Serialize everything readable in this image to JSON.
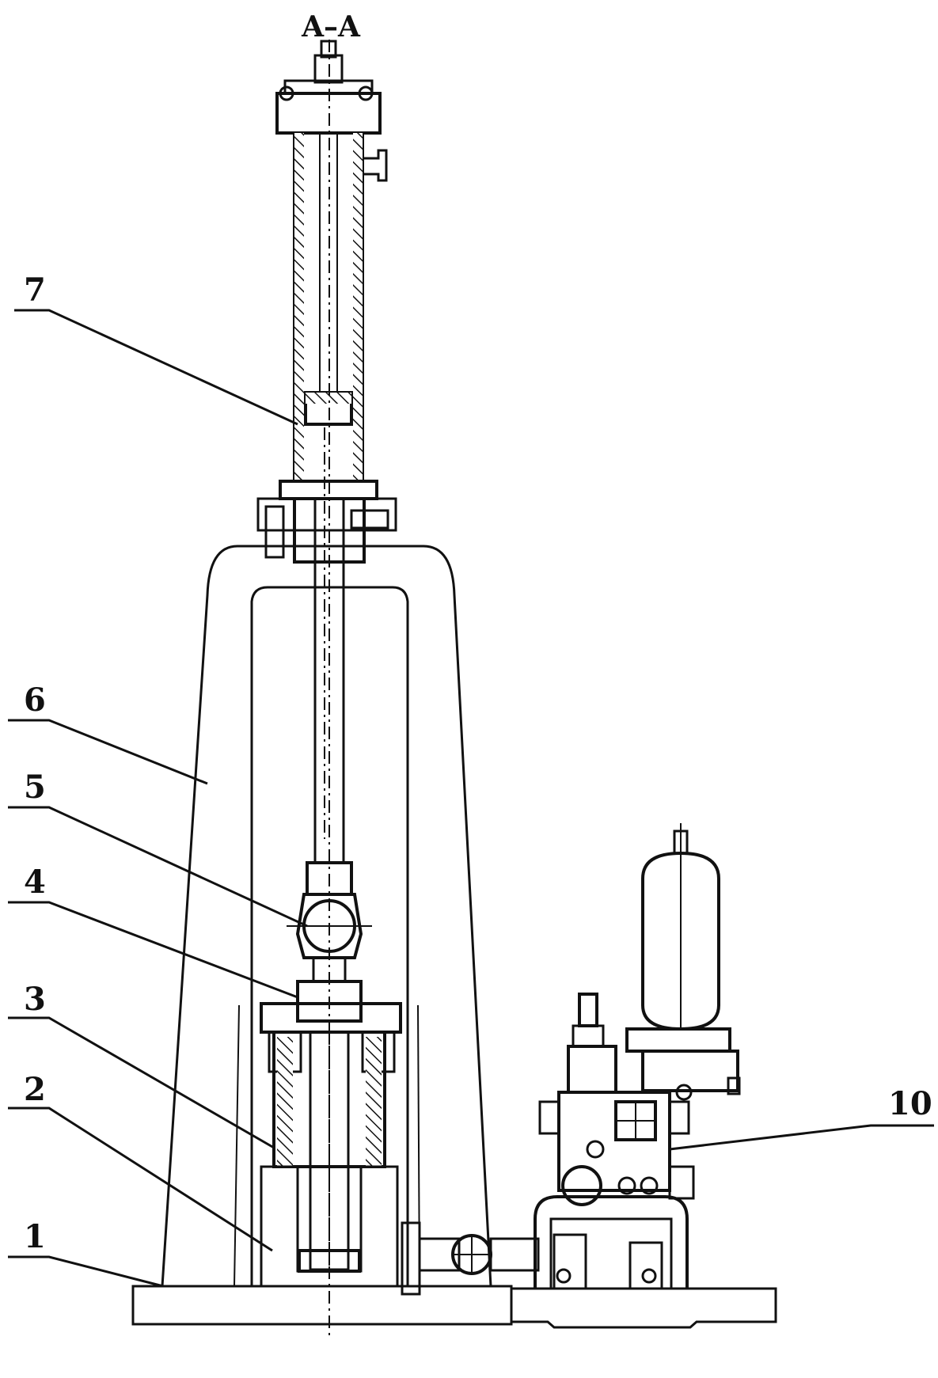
{
  "view_label": "A–A",
  "parts": [
    {
      "label": "1"
    },
    {
      "label": "2"
    },
    {
      "label": "3"
    },
    {
      "label": "4"
    },
    {
      "label": "5"
    },
    {
      "label": "6"
    },
    {
      "label": "7"
    },
    {
      "label": "10"
    }
  ],
  "colors": {
    "ink": "#111111",
    "paper": "#ffffff"
  }
}
